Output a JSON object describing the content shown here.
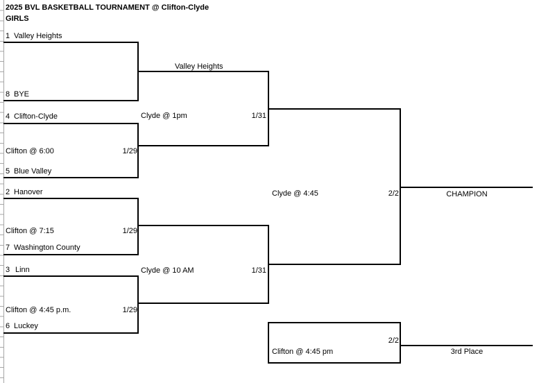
{
  "title": "2025 BVL BASKETBALL TOURNAMENT @ Clifton-Clyde",
  "division": "GIRLS",
  "bracket": {
    "round1": {
      "match1": {
        "top_seed": "1",
        "top_team": "Valley Heights",
        "bottom_seed": "8",
        "bottom_team": "BYE"
      },
      "match2": {
        "top_seed": "4",
        "top_team": "Clifton-Clyde",
        "bottom_seed": "5",
        "bottom_team": "Blue Valley",
        "location": "Clifton @ 6:00",
        "date": "1/29"
      },
      "match3": {
        "top_seed": "2",
        "top_team": "Hanover",
        "bottom_seed": "7",
        "bottom_team": "Washington County",
        "location": "Clifton @ 7:15",
        "date": "1/29"
      },
      "match4": {
        "top_seed": "3",
        "top_team": "Linn",
        "bottom_seed": "6",
        "bottom_team": "Luckey",
        "location": "Clifton @ 4:45 p.m.",
        "date": "1/29"
      }
    },
    "semifinal1": {
      "advancer": "Valley Heights",
      "location": "Clyde @ 1pm",
      "date": "1/31"
    },
    "semifinal2": {
      "location": "Clyde @ 10 AM",
      "date": "1/31"
    },
    "final": {
      "location": "Clyde @ 4:45",
      "date": "2/2",
      "result_label": "CHAMPION"
    },
    "third_place": {
      "location": "Clifton @ 4:45 pm",
      "date": "2/2",
      "result_label": "3rd Place"
    }
  }
}
